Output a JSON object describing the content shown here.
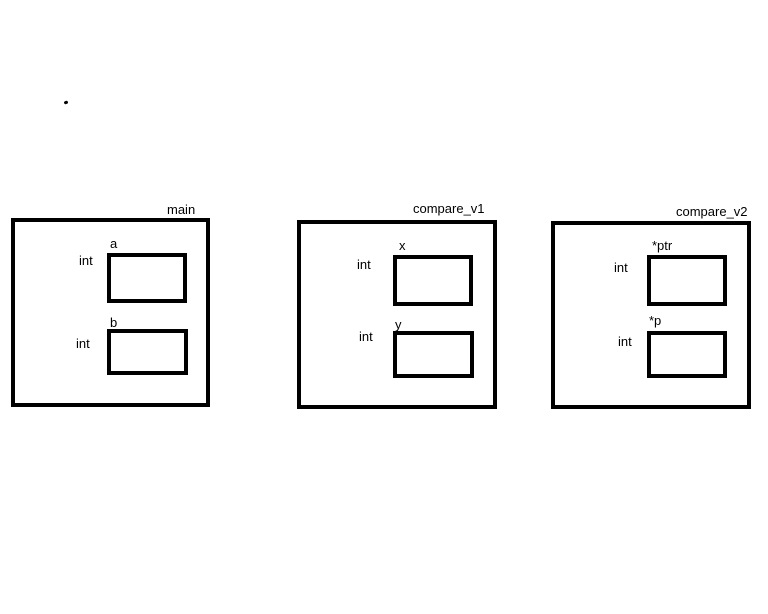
{
  "frames": {
    "main": {
      "title": "main",
      "vars": [
        {
          "type": "int",
          "name": "a"
        },
        {
          "type": "int",
          "name": "b"
        }
      ]
    },
    "compare_v1": {
      "title": "compare_v1",
      "vars": [
        {
          "type": "int",
          "name": "x"
        },
        {
          "type": "int",
          "name": "y"
        }
      ]
    },
    "compare_v2": {
      "title": "compare_v2",
      "vars": [
        {
          "type": "int",
          "name": "*ptr"
        },
        {
          "type": "int",
          "name": "*p"
        }
      ]
    }
  }
}
